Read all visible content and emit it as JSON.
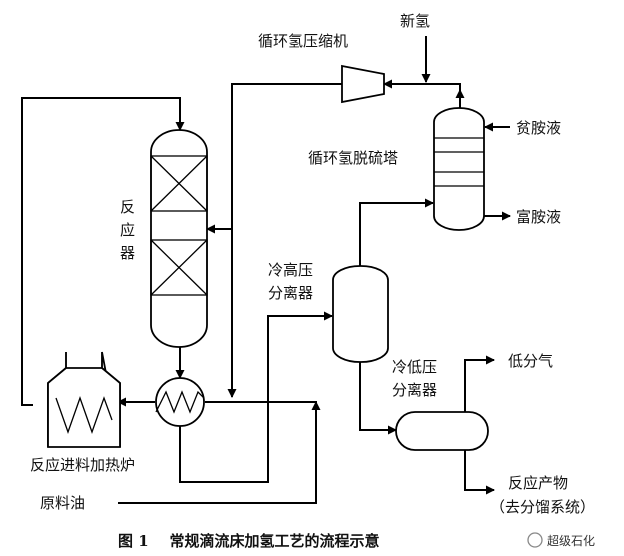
{
  "labels": {
    "reactor_chars": [
      "反",
      "应",
      "器"
    ],
    "recycle_compressor": "循环氢压缩机",
    "makeup_hydrogen": "新氢",
    "lean_amine": "贫胺液",
    "rich_amine": "富胺液",
    "recycle_desulfurizer": "循环氢脱硫塔",
    "hp_cold_separator": [
      "冷高压",
      "分离器"
    ],
    "lp_cold_separator": [
      "冷低压",
      "分离器"
    ],
    "low_gas": "低分气",
    "product": [
      "反应产物",
      "（去分馏系统）"
    ],
    "furnace": "反应进料加热炉",
    "feed_oil": "原料油"
  },
  "caption": "图 1    常规滴流床加氢工艺的流程示意",
  "watermark": "超级石化",
  "colors": {
    "line": "#000000",
    "background": "#ffffff"
  }
}
